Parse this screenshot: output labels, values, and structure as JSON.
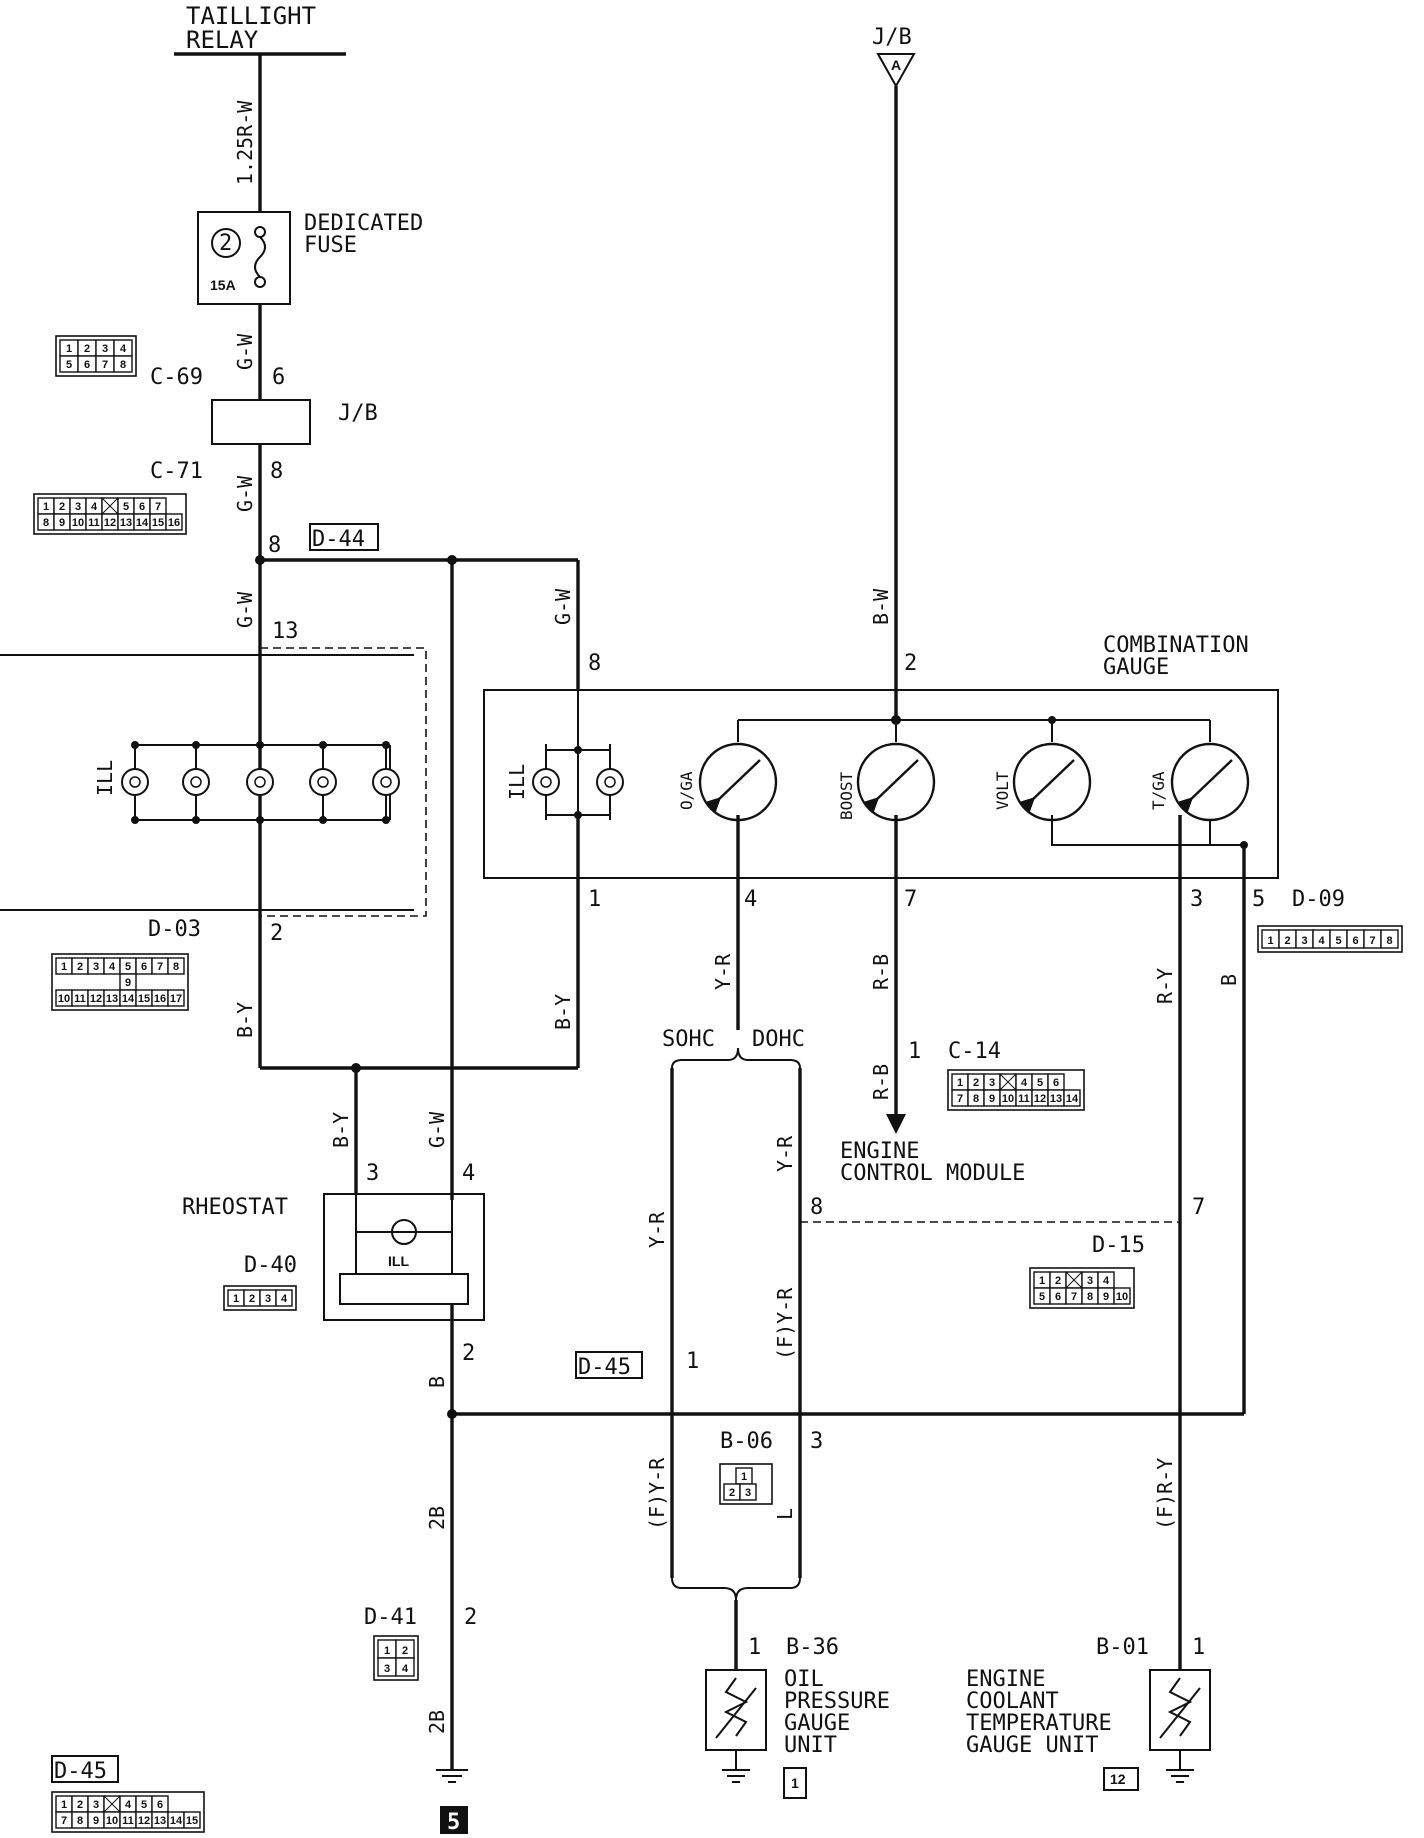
{
  "components": {
    "taillight_relay": "TAILLIGHT\nRELAY",
    "dedicated_fuse": "DEDICATED\nFUSE",
    "fuse_number": "2",
    "fuse_rating": "15A",
    "junction_block": "J/B",
    "jb_top": "J/B",
    "jb_top_terminal": "A",
    "combination_gauge": "COMBINATION\nGAUGE",
    "rheostat": "RHEOSTAT",
    "ecm": "ENGINE\nCONTROL MODULE",
    "oil_unit": "OIL\nPRESSURE\nGAUGE\nUNIT",
    "coolant_unit": "ENGINE\nCOOLANT\nTEMPERATURE\nGAUGE UNIT",
    "sohc": "SOHC",
    "dohc": "DOHC",
    "ground_number": "5",
    "oil_unit_tag": "1",
    "coolant_unit_tag": "12"
  },
  "gauges": {
    "ill": "ILL",
    "og": "O/GA",
    "boost": "BOOST",
    "volt": "VOLT",
    "tga": "T/GA",
    "rheostat_ill": "ILL"
  },
  "wires": {
    "w1": "1.25R-W",
    "gw": "G-W",
    "by": "B-Y",
    "bw": "B-W",
    "yr": "Y-R",
    "rb": "R-B",
    "ry": "R-Y",
    "b": "B",
    "b2": "2B",
    "fyr": "(F)Y-R",
    "fry": "(F)R-Y",
    "l": "L"
  },
  "pins": {
    "p6": "6",
    "p8": "8",
    "p13": "13",
    "p2": "2",
    "p1": "1",
    "p4": "4",
    "p7": "7",
    "p3": "3",
    "p5": "5"
  },
  "connectors": {
    "c69": "C-69",
    "c71": "C-71",
    "d44": "D-44",
    "d03": "D-03",
    "d09": "D-09",
    "c14": "C-14",
    "d15": "D-15",
    "d40": "D-40",
    "d45": "D-45",
    "b06": "B-06",
    "d41": "D-41",
    "b36": "B-36",
    "b01": "B-01"
  },
  "connector_pins": {
    "c69": [
      [
        "1",
        "2",
        "3",
        "4"
      ],
      [
        "5",
        "6",
        "7",
        "8"
      ]
    ],
    "c71": [
      [
        "1",
        "2",
        "3",
        "4",
        "",
        "5",
        "6",
        "7"
      ],
      [
        "8",
        "9",
        "10",
        "11",
        "12",
        "13",
        "14",
        "15",
        "16"
      ]
    ],
    "d03": [
      [
        "1",
        "2",
        "3",
        "4",
        "5",
        "6",
        "7",
        "8"
      ],
      [
        "9"
      ],
      [
        "10",
        "11",
        "12",
        "13",
        "14",
        "15",
        "16",
        "17"
      ]
    ],
    "d09": [
      [
        "1",
        "2",
        "3",
        "4",
        "5",
        "6",
        "7",
        "8"
      ]
    ],
    "c14": [
      [
        "1",
        "2",
        "3",
        "",
        "4",
        "5",
        "6"
      ],
      [
        "7",
        "8",
        "9",
        "10",
        "11",
        "12",
        "13",
        "14"
      ]
    ],
    "d15": [
      [
        "1",
        "2",
        "",
        "3",
        "4"
      ],
      [
        "5",
        "6",
        "7",
        "8",
        "9",
        "10"
      ]
    ],
    "d40": [
      [
        "1",
        "2",
        "3",
        "4"
      ]
    ],
    "b06": [
      [
        "1"
      ],
      [
        "2",
        "3"
      ]
    ],
    "d41": [
      [
        "1",
        "2"
      ],
      [
        "3",
        "4"
      ]
    ],
    "d45": [
      [
        "1",
        "2",
        "3",
        "",
        "4",
        "5",
        "6"
      ],
      [
        "7",
        "8",
        "9",
        "10",
        "11",
        "12",
        "13",
        "14",
        "15"
      ]
    ]
  }
}
